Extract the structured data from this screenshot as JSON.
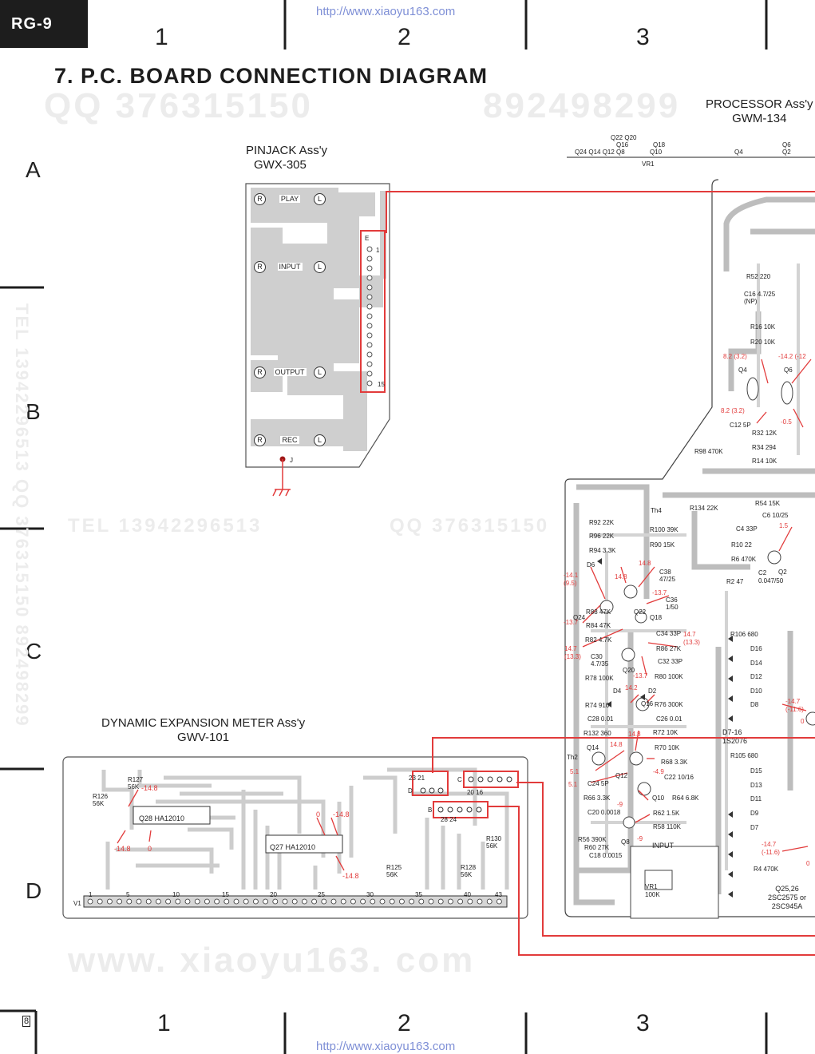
{
  "page_tag": "RG-9",
  "page_number_bottom": "8",
  "urls": {
    "top": "http://www.xiaoyu163.com",
    "bottom": "http://www.xiaoyu163.com"
  },
  "columns": [
    "1",
    "2",
    "3"
  ],
  "rows": [
    "A",
    "B",
    "C",
    "D"
  ],
  "title": "7. P.C. BOARD CONNECTION DIAGRAM",
  "watermarks": {
    "qq_top": "QQ 376315150",
    "qq_top2": "892498299",
    "tel_mid": "TEL 13942296513",
    "qq_mid": "QQ 376315150",
    "site": "www. xiaoyu163. com",
    "vertical": "TEL 13942296513  QQ 376315150 892498299"
  },
  "pinjack": {
    "name": "PINJACK Ass'y",
    "model": "GWX-305",
    "jacks": [
      "PLAY",
      "INPUT",
      "OUTPUT",
      "REC"
    ],
    "ch_left": "R",
    "ch_right": "L",
    "connector_label": "E",
    "pin_first": "1",
    "pin_last": "15",
    "ground_label": "J"
  },
  "meter": {
    "name": "DYNAMIC EXPANSION METER Ass'y",
    "model": "GWV-101",
    "ic1": "Q28  HA12010",
    "ic2": "Q27  HA12010",
    "resistors": [
      "R127 56K",
      "R126 56K",
      "R125 56K",
      "R128 56K",
      "R130 56K"
    ],
    "voltages": [
      "-14.8",
      "-14.8",
      "0",
      "0",
      "-14.8",
      "-14.8"
    ],
    "bus_label": "V1",
    "bus_numbers": [
      "1",
      "5",
      "10",
      "15",
      "20",
      "25",
      "30",
      "35",
      "40",
      "43"
    ],
    "connectors": {
      "d": "D",
      "d_pins": "23  21",
      "c": "C",
      "c_pins": "20        16",
      "b": "B",
      "b_pins": "28        24"
    }
  },
  "processor": {
    "name": "PROCESSOR Ass'y",
    "model": "GWM-134",
    "header_transistors": [
      "Q22 Q20",
      "Q16",
      "Q18",
      "Q24 Q14  Q12  Q8",
      "Q10",
      "Q4",
      "Q6",
      "Q2"
    ],
    "vr_label": "VR1",
    "parts": [
      "R52 220",
      "C16 4.7/25 (NP)",
      "R16 10K",
      "R20 10K",
      "C12 5P",
      "R32 12K",
      "R34 294",
      "R98 470K",
      "R14 10K",
      "R134 22K",
      "Th4",
      "R92 22K",
      "R96 22K",
      "R100 39K",
      "R94 3.3K",
      "R90 15K",
      "R54 15K",
      "C6 10/25",
      "C4 33P",
      "R10 22",
      "R6 470K",
      "D6",
      "C38 47/25",
      "C36 1/50",
      "R2 47",
      "C2 0.047/50",
      "R88 47K",
      "R84 47K",
      "C34 33P",
      "R82 4.7K",
      "R86 27K",
      "C30 4.7/35",
      "C32 33P",
      "R78 100K",
      "R80 100K",
      "D4",
      "D2",
      "R74 910",
      "R76 300K",
      "C28 0.01",
      "C26 0.01",
      "R132 360",
      "R72 10K",
      "R70 10K",
      "Th2",
      "R68 3.3K",
      "C24 5P",
      "C22 10/16",
      "R66 3.3K",
      "R64 6.8K",
      "C20 0.0018",
      "R62 1.5K",
      "R58 110K",
      "R56 390K",
      "R60 27K",
      "C18 0.0015",
      "R106 680",
      "D16",
      "D14",
      "D12",
      "D10",
      "D8",
      "D7-16 1S2076",
      "R105 680",
      "D15",
      "D13",
      "D11",
      "D9",
      "D7",
      "R4 470K"
    ],
    "transistor_labels": [
      "Q4",
      "Q6",
      "Q24",
      "Q22",
      "Q18",
      "Q20",
      "Q16",
      "Q14",
      "Q12",
      "Q10",
      "Q8",
      "Q2"
    ],
    "voltages": [
      "8.2 (3.2)",
      "-14.2 (-12",
      "8.2 (3.2)",
      "-0.5",
      "1.5",
      "-14.1 (9.5)",
      "14.8",
      "14.8",
      "-13.7",
      "-13.7",
      "14.7 (13.3)",
      "14.7 (13.3)",
      "-13.7",
      "14.2",
      "14.8",
      "14.8",
      "5.1",
      "5.1",
      "-4.9",
      "-9",
      "-9",
      "-14.7 (-11.6)",
      "-14.7 (-11.6)",
      "0",
      "0"
    ],
    "input_label": "INPUT",
    "vr_bottom": "VR1 100K",
    "note": "Q25,26 2SC2575 or 2SC945A"
  }
}
